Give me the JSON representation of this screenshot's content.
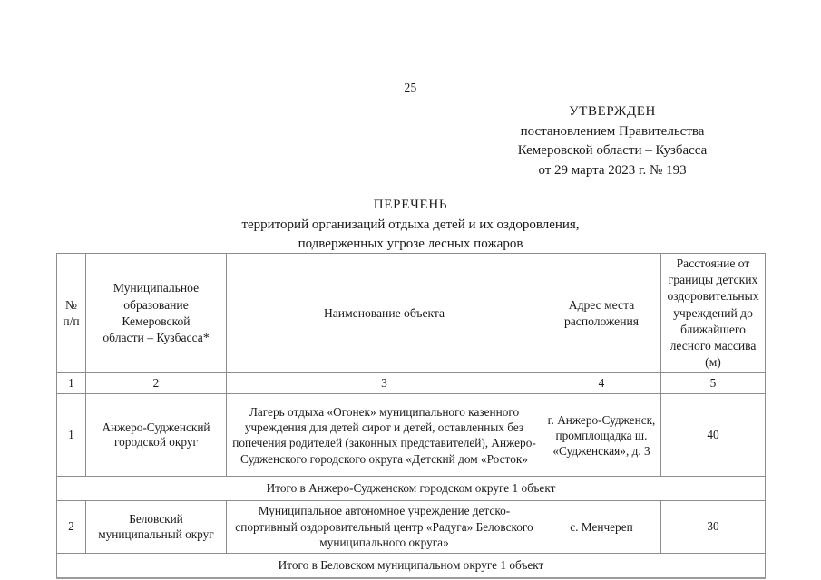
{
  "page": {
    "number": "25"
  },
  "approval": {
    "approved_word": "УТВЕРЖДЕН",
    "line1": "постановлением Правительства",
    "line2": "Кемеровской области – Кузбасса",
    "line3": "от 29 марта 2023 г. № 193"
  },
  "doc_title": {
    "main": "ПЕРЕЧЕНЬ",
    "sub1": "территорий организаций отдыха детей и их оздоровления,",
    "sub2": "подверженных угрозе лесных пожаров"
  },
  "table": {
    "headers": [
      "№\nп/п",
      "Муниципальное образование Кемеровской области – Кузбасса*",
      "Наименование объекта",
      "Адрес места расположения",
      "Расстояние от границы детских оздоровительных учреждений до ближайшего лесного массива (м)"
    ],
    "header_lines": {
      "col1": [
        "№",
        "п/п"
      ],
      "col2": [
        "Муниципальное",
        "образование",
        "Кемеровской",
        "области – Кузбасса*"
      ],
      "col3": [
        "Наименование объекта"
      ],
      "col4": [
        "Адрес места",
        "расположения"
      ],
      "col5": [
        "Расстояние от",
        "границы детских",
        "оздоровительных",
        "учреждений до",
        "ближайшего",
        "лесного массива",
        "(м)"
      ]
    },
    "column_numbers": [
      "1",
      "2",
      "3",
      "4",
      "5"
    ],
    "rows": [
      {
        "num": "1",
        "municipality": "Анжеро-Судженский городской округ",
        "object_name": "Лагерь отдыха «Огонек» муниципального казенного учреждения для детей сирот и детей, оставленных без попечения родителей (законных представителей), Анжеро-Судженского городского округа «Детский дом «Росток»",
        "address": "г. Анжеро-Судженск, промплощадка ш. «Судженская», д. 3",
        "distance": "40",
        "total": "Итого в Анжеро-Судженском городском округе 1 объект"
      },
      {
        "num": "2",
        "municipality": "Беловский муниципальный округ",
        "object_name": "Муниципальное автономное учреждение детско-спортивный оздоровительный центр «Радуга» Беловского муниципального округа»",
        "address": "с. Менчереп",
        "distance": "30",
        "total": "Итого в Беловском муниципальном округе 1 объект"
      }
    ]
  }
}
